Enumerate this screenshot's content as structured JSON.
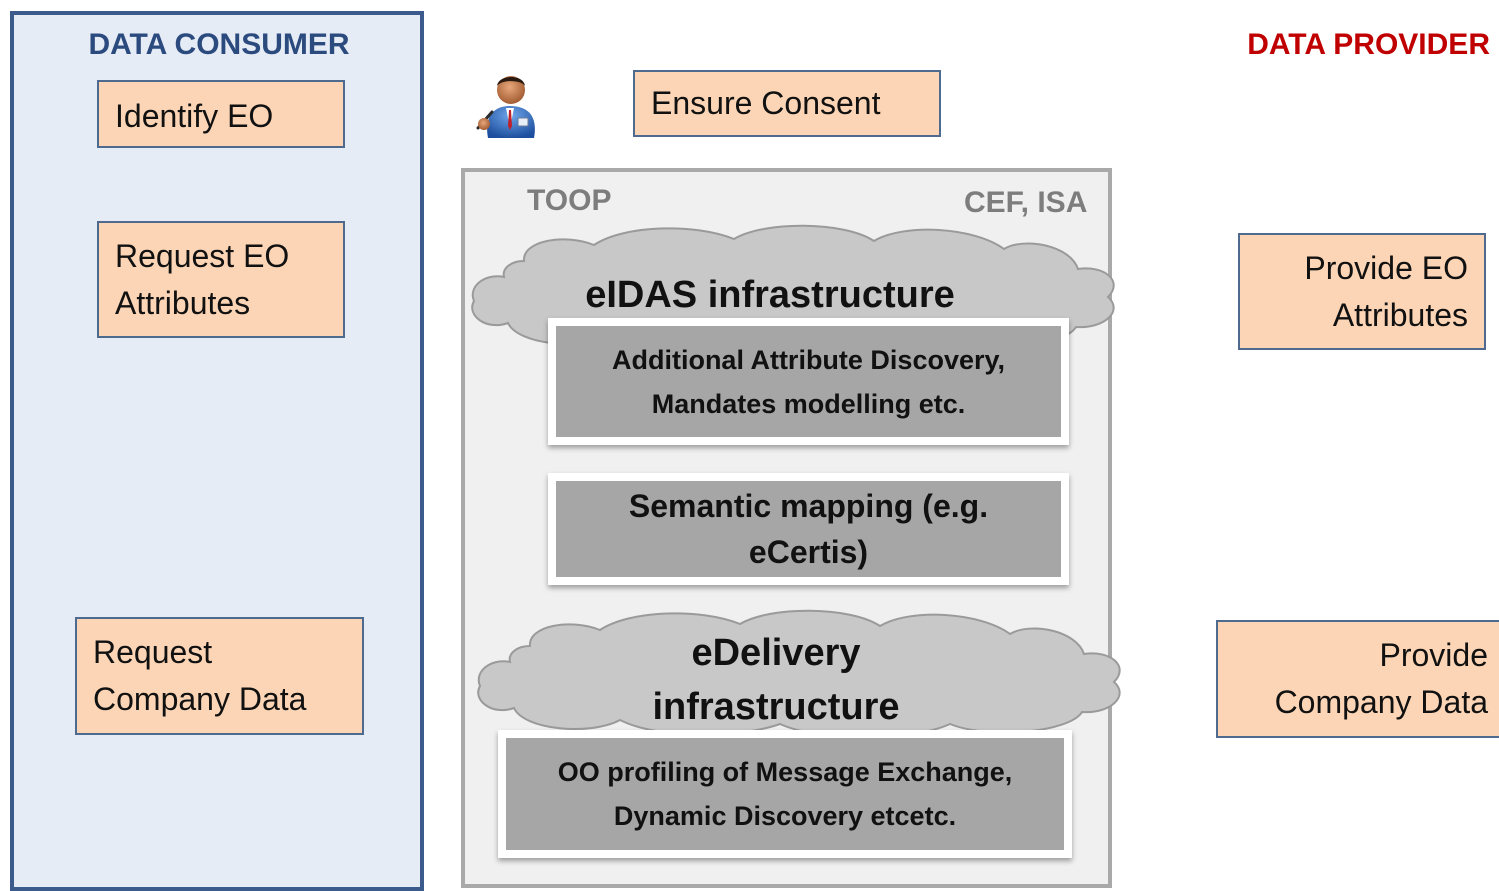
{
  "consumer": {
    "title": "DATA CONSUMER",
    "actions": [
      "Identify EO",
      "Request EO\nAttributes",
      "Request\nCompany Data"
    ]
  },
  "provider": {
    "title": "DATA PROVIDER",
    "actions": [
      "Provide EO\nAttributes",
      "Provide\nCompany Data"
    ]
  },
  "consent": {
    "label": "Ensure Consent",
    "icon": "person-icon"
  },
  "infra": {
    "label_left": "TOOP",
    "label_right": "CEF, ISA",
    "eidas_cloud": "eIDAS infrastructure",
    "eidas_box": "Additional Attribute Discovery,\nMandates modelling etc.",
    "semantic_box": "Semantic mapping (e.g.\neCertis)",
    "edelivery_cloud": "eDelivery\ninfrastructure",
    "edelivery_box": "OO profiling of Message Exchange,\nDynamic Discovery etcetc."
  },
  "colors": {
    "consumer_border": "#3b5b8c",
    "consumer_fill": "#e6ecf6",
    "consumer_title": "#2b4a7e",
    "provider_title": "#c00000",
    "action_fill": "#fbd5b5",
    "infra_fill": "#f0f0f0",
    "cloud_fill": "#c8c8c8",
    "gray_box": "#a6a6a6"
  }
}
